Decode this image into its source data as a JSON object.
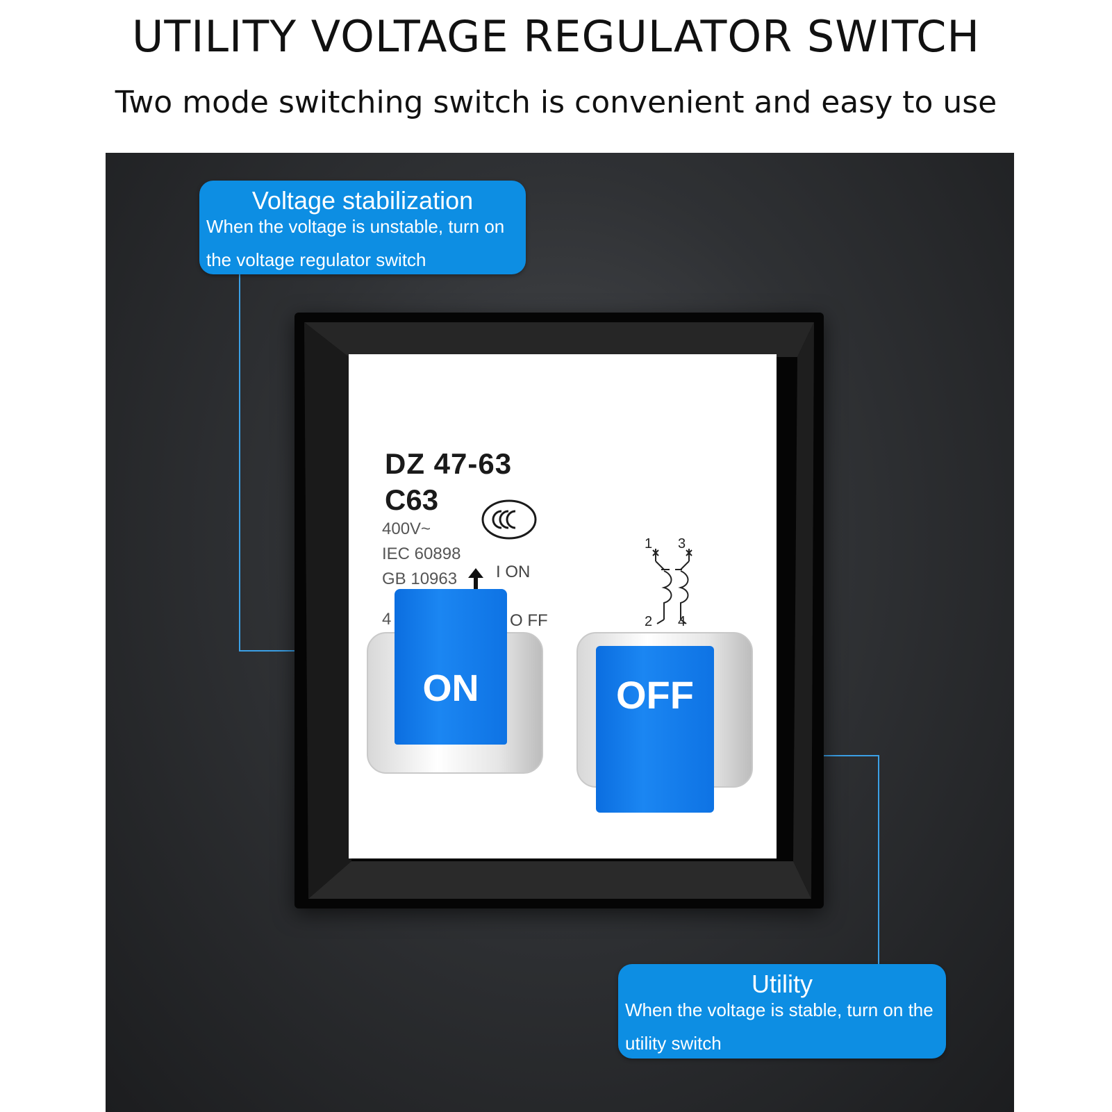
{
  "header": {
    "title": "UTILITY VOLTAGE REGULATOR SWITCH",
    "subtitle": "Two mode switching switch is convenient and easy to use"
  },
  "breaker": {
    "model": "DZ 47-63",
    "rating": "C63",
    "voltage": "400V~",
    "standard_iec": "IEC 60898",
    "standard_gb": "GB 10963",
    "partial_code": "4",
    "position_on": "I ON",
    "position_off": "O FF",
    "certification_icon": "ccc-mark-icon",
    "terminals": [
      "1",
      "3",
      "2",
      "4"
    ]
  },
  "toggles": {
    "left": {
      "label": "ON",
      "state": "on"
    },
    "right": {
      "label": "OFF",
      "state": "off"
    }
  },
  "callouts": {
    "voltage_stabilization": {
      "title": "Voltage stabilization",
      "body": "When the voltage is unstable, turn on the voltage regulator switch"
    },
    "utility": {
      "title": "Utility",
      "body": "When the voltage is stable, turn on the utility switch"
    }
  },
  "colors": {
    "accent_blue": "#0d8ee3",
    "toggle_blue": "#1b86f2",
    "panel_dark": "#2f3134"
  }
}
